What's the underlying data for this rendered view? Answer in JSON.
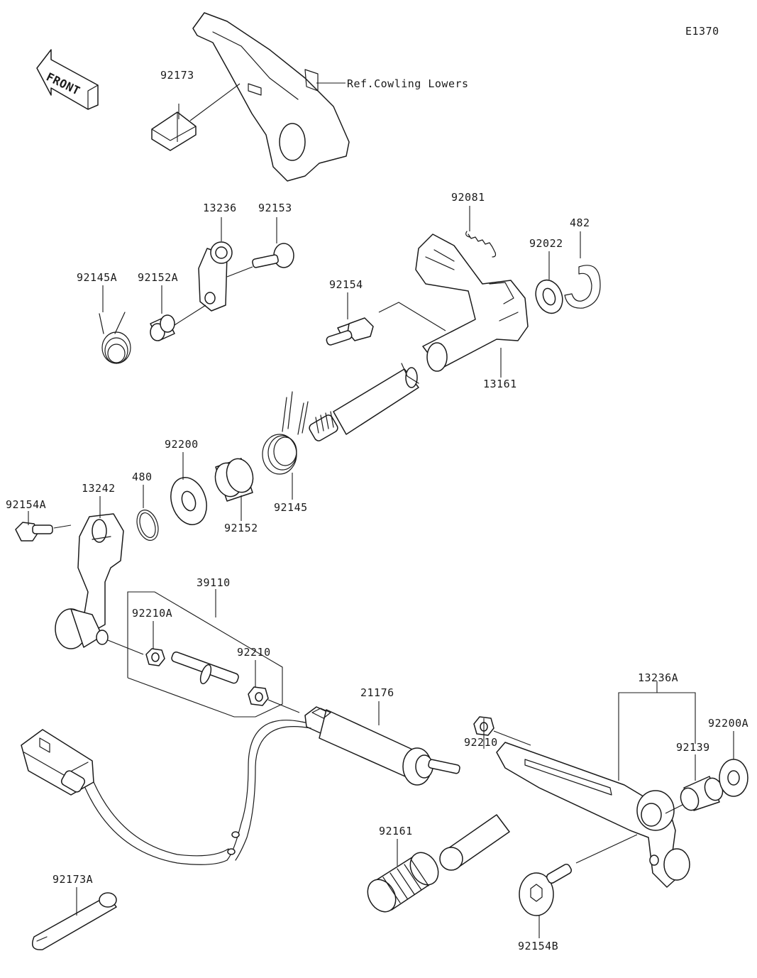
{
  "diagram_code": "E1370",
  "front_label": "FRONT",
  "ref_note": "Ref.Cowling Lowers",
  "parts": {
    "p92173": "92173",
    "p13236": "13236",
    "p92153": "92153",
    "p92145A": "92145A",
    "p92152A": "92152A",
    "p92081": "92081",
    "p482": "482",
    "p92022": "92022",
    "p92154": "92154",
    "p13161": "13161",
    "p92200": "92200",
    "p480": "480",
    "p13242": "13242",
    "p92154A": "92154A",
    "p92152": "92152",
    "p92145": "92145",
    "p39110": "39110",
    "p92210A": "92210A",
    "p92210_a": "92210",
    "p21176": "21176",
    "p92210_b": "92210",
    "p13236A": "13236A",
    "p92200A": "92200A",
    "p92139": "92139",
    "p92161": "92161",
    "p92154B": "92154B",
    "p92173A": "92173A"
  }
}
